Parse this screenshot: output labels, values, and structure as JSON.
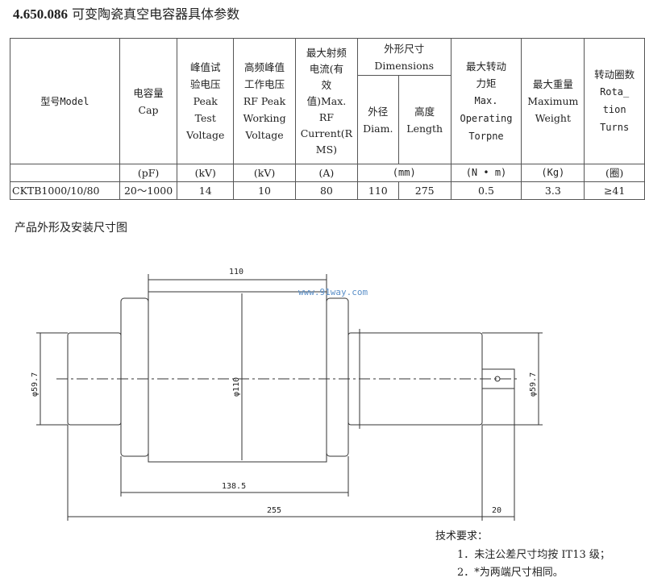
{
  "title": {
    "code": "4.650.086",
    "text": "可变陶瓷真空电容器具体参数"
  },
  "table": {
    "headers": {
      "model": "型号Model",
      "cap": [
        "电容量",
        "Cap"
      ],
      "peak_test": [
        "峰值试",
        "验电压",
        "Peak",
        "Test",
        "Voltage"
      ],
      "rf_peak": [
        "高频峰值",
        "工作电压",
        "RF Peak",
        "Working",
        "Voltage"
      ],
      "rf_current": [
        "最大射频",
        "电流(有",
        "效",
        "值)Max.",
        "RF",
        "Current(R",
        "MS)"
      ],
      "dimensions": [
        "外形尺寸",
        "Dimensions"
      ],
      "diam": [
        "外径",
        "Diam."
      ],
      "length": [
        "高度",
        "Length"
      ],
      "torque": [
        "最大转动",
        "力矩",
        "Max.",
        "Operating",
        "Torpne"
      ],
      "weight": [
        "最大重量",
        "Maximum",
        "Weight"
      ],
      "turns": [
        "转动圈数",
        "Rota_",
        "tion",
        "Turns"
      ]
    },
    "units": [
      "(pF)",
      "(kV)",
      "(kV)",
      "(A)",
      "(mm)",
      "(N • m)",
      "(Kg)",
      "(圈)"
    ],
    "rows": [
      [
        "CKTB1000/10/80",
        "20～1000",
        "14",
        "10",
        "80",
        "110",
        "275",
        "0.5",
        "3.3",
        "≥41"
      ]
    ]
  },
  "subtitle": "产品外形及安装尺寸图",
  "drawing": {
    "dims": {
      "body_diam_top": "110",
      "body_diam": "φ110",
      "left_diam": "φ59.7",
      "right_diam": "φ59.7",
      "flange_len": "138.5",
      "total_len": "255",
      "key_len": "20"
    },
    "watermark": "www.91way.com",
    "watermark_color": "#5a8fc8"
  },
  "requirements": {
    "title": "技术要求：",
    "items": [
      "1．未注公差尺寸均按 IT13 级；",
      "2．*为两端尺寸相同。"
    ]
  }
}
